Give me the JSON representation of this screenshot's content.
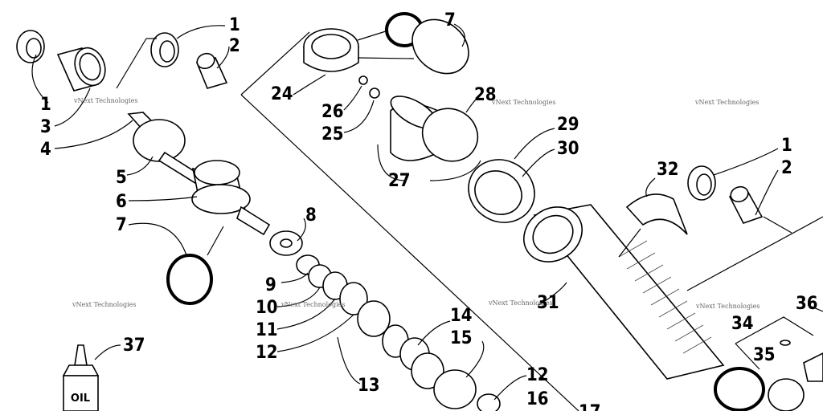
{
  "watermark": "vNext Technologies",
  "bottle_label": "OIL",
  "callouts": [
    {
      "id": "c1a",
      "text": "1"
    },
    {
      "id": "c2a",
      "text": "2"
    },
    {
      "id": "c1b",
      "text": "1"
    },
    {
      "id": "c3",
      "text": "3"
    },
    {
      "id": "c4",
      "text": "4"
    },
    {
      "id": "c5",
      "text": "5"
    },
    {
      "id": "c6",
      "text": "6"
    },
    {
      "id": "c7a",
      "text": "7"
    },
    {
      "id": "c7b",
      "text": "7"
    },
    {
      "id": "c8",
      "text": "8"
    },
    {
      "id": "c9",
      "text": "9"
    },
    {
      "id": "c10",
      "text": "10"
    },
    {
      "id": "c11",
      "text": "11"
    },
    {
      "id": "c12a",
      "text": "12"
    },
    {
      "id": "c13",
      "text": "13"
    },
    {
      "id": "c14",
      "text": "14"
    },
    {
      "id": "c15",
      "text": "15"
    },
    {
      "id": "c12b",
      "text": "12"
    },
    {
      "id": "c16",
      "text": "16"
    },
    {
      "id": "c17",
      "text": "17"
    },
    {
      "id": "c24",
      "text": "24"
    },
    {
      "id": "c26",
      "text": "26"
    },
    {
      "id": "c25",
      "text": "25"
    },
    {
      "id": "c28",
      "text": "28"
    },
    {
      "id": "c27",
      "text": "27"
    },
    {
      "id": "c29",
      "text": "29"
    },
    {
      "id": "c30",
      "text": "30"
    },
    {
      "id": "c31",
      "text": "31"
    },
    {
      "id": "c32",
      "text": "32"
    },
    {
      "id": "c1c",
      "text": "1"
    },
    {
      "id": "c2b",
      "text": "2"
    },
    {
      "id": "c36",
      "text": "36"
    },
    {
      "id": "c34",
      "text": "34"
    },
    {
      "id": "c35",
      "text": "35"
    },
    {
      "id": "c37",
      "text": "37"
    }
  ]
}
